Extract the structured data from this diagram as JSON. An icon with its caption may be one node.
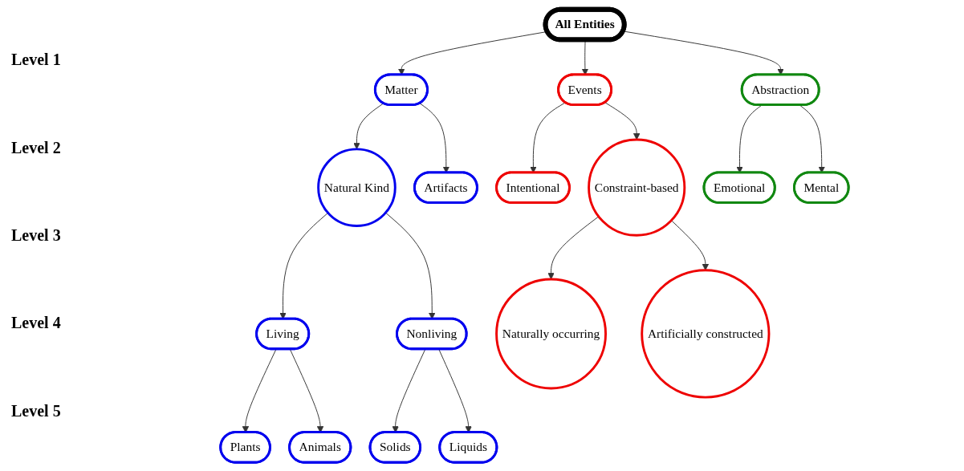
{
  "diagram": {
    "nodes": [
      {
        "text": [
          "All Entities"
        ]
      },
      {
        "text": [
          "Matter"
        ]
      },
      {
        "text": [
          "Events"
        ]
      },
      {
        "text": [
          "Abstraction"
        ]
      },
      {
        "text": [
          "Natural Kind"
        ]
      },
      {
        "text": [
          "Artifacts"
        ]
      },
      {
        "text": [
          "Intentional"
        ]
      },
      {
        "text": [
          "Constraint-based"
        ]
      },
      {
        "text": [
          "Emotional"
        ]
      },
      {
        "text": [
          "Mental"
        ]
      },
      {
        "text": [
          "Living"
        ]
      },
      {
        "text": [
          "Nonliving"
        ]
      },
      {
        "text": [
          "Naturally occurring"
        ]
      },
      {
        "text": [
          "Artificially constructed"
        ]
      },
      {
        "text": [
          "Plants"
        ]
      },
      {
        "text": [
          "Animals"
        ]
      },
      {
        "text": [
          "Solids"
        ]
      },
      {
        "text": [
          "Liquids"
        ]
      }
    ],
    "edges": [
      {
        "from": 0,
        "to": 1,
        "arrow": "to"
      },
      {
        "from": 0,
        "to": 2,
        "arrow": "to"
      },
      {
        "from": 0,
        "to": 3,
        "arrow": "to"
      },
      {
        "from": 1,
        "to": 4,
        "arrow": "to"
      },
      {
        "from": 1,
        "to": 5,
        "arrow": "to"
      },
      {
        "from": 2,
        "to": 6,
        "arrow": "to"
      },
      {
        "from": 2,
        "to": 7,
        "arrow": "to"
      },
      {
        "from": 3,
        "to": 8,
        "arrow": "to"
      },
      {
        "from": 3,
        "to": 9,
        "arrow": "to"
      },
      {
        "from": 4,
        "to": 10,
        "arrow": "to"
      },
      {
        "from": 4,
        "to": 11,
        "arrow": "to"
      },
      {
        "from": 7,
        "to": 12,
        "arrow": "to"
      },
      {
        "from": 7,
        "to": 13,
        "arrow": "to"
      },
      {
        "from": 10,
        "to": 14,
        "arrow": "to"
      },
      {
        "from": 10,
        "to": 15,
        "arrow": "to"
      },
      {
        "from": 11,
        "to": 16,
        "arrow": "to"
      },
      {
        "from": 11,
        "to": 17,
        "arrow": "to"
      }
    ],
    "labels": [
      "Level 1",
      "Level 2",
      "Level 3",
      "Level 4",
      "Level 5"
    ]
  }
}
